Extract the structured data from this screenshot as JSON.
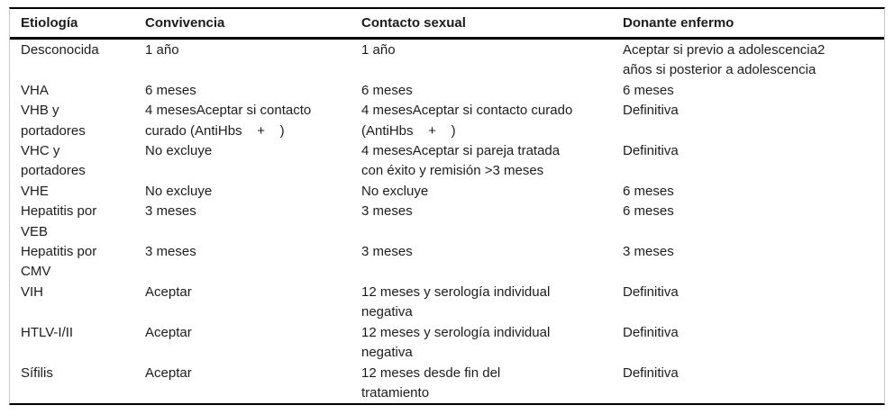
{
  "table": {
    "header": [
      "Etiología",
      "Convivencia",
      "Contacto sexual",
      "Donante enfermo"
    ],
    "rows": [
      [
        "Desconocida",
        "1 año",
        "1 año",
        "Aceptar si previo a adolescencia2\naños si posterior a adolescencia"
      ],
      [
        "VHA",
        "6 meses",
        "6 meses",
        "6 meses"
      ],
      [
        "VHB y\nportadores",
        "4 mesesAceptar si contacto\ncurado (AntiHbs    +    )",
        "4 mesesAceptar si contacto curado\n(AntiHbs    +    )",
        "Definitiva"
      ],
      [
        "VHC y\nportadores",
        "No excluye",
        "4 mesesAceptar si pareja tratada\ncon éxito y remisión >3 meses",
        "Definitiva"
      ],
      [
        "VHE",
        "No excluye",
        "No excluye",
        "6 meses"
      ],
      [
        "Hepatitis por\nVEB",
        "3 meses",
        "3 meses",
        "6 meses"
      ],
      [
        "Hepatitis por\nCMV",
        "3 meses",
        "3 meses",
        "3 meses"
      ],
      [
        "VIH",
        "Aceptar",
        "12 meses y serología individual\nnegativa",
        "Definitiva"
      ],
      [
        "HTLV-I/II",
        "Aceptar",
        "12 meses y serología individual\nnegativa",
        "Definitiva"
      ],
      [
        "Sífilis",
        "Aceptar",
        "12 meses desde fin del\ntratamiento",
        "Definitiva"
      ]
    ]
  },
  "colors": {
    "horizontal_rule": "#000000",
    "side_rule": "#c9c9c9",
    "text": "#1c1c1c",
    "background": "#ffffff"
  }
}
